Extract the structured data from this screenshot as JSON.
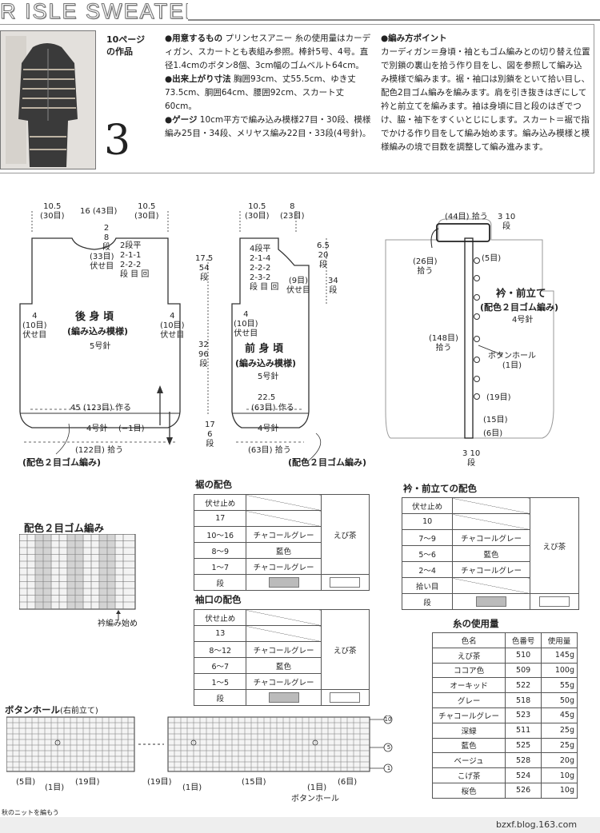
{
  "header": {
    "title": "R ISLE SWEATER",
    "page_ref": "10ページ\nの作品",
    "pattern_number": "3"
  },
  "info_left": {
    "materials_label": "●用意するもの",
    "materials_text": "プリンセスアニー 糸の使用量はカーディガン、スカートとも表組み参照。棒針5号、4号。直径1.4cmのボタン8個、3cm幅のゴムベルト64cm。",
    "size_label": "●出来上がり寸法",
    "size_text": "胸囲93cm、丈55.5cm、ゆき丈73.5cm、胴囲64cm、腰囲92cm、スカート丈60cm。",
    "gauge_label": "●ゲージ",
    "gauge_text": "10cm平方で編み込み模様27目・30段、模様編み25目・34段、メリヤス編み22目・33段(4号針)。"
  },
  "info_right": {
    "points_label": "●編み方ポイント",
    "points_text": "カーディガン＝身頃・袖ともゴム編みとの切り替え位置で別鎖の裏山を拾う作り目をし、図を参照して編み込み模様で編みます。裾・袖口は別鎖をといて拾い目し、配色2目ゴム編みを編みます。肩を引き抜きはぎにして衿と前立てを編みます。袖は身頃に目と段のはぎでつけ、脇・袖下をすくいとじにします。スカート＝裾で指でかける作り目をして編み始めます。編み込み模様と模様編みの境で目数を調整して編み進みます。"
  },
  "back_body": {
    "title": "後 身 頃",
    "subtitle": "(編み込み模様)",
    "needle": "5号針",
    "rib_needle": "4号針",
    "rib_label": "(配色２目ゴム編み)",
    "top_left": "10.5",
    "top_left_st": "(30目)",
    "top_mid": "16 (43目)",
    "top_right": "10.5",
    "top_right_st": "(30目)",
    "neck_rows": "2\n8\n段",
    "neck_st": "(33目)\n伏せ目",
    "neck_dec": "2段平\n2-1-1\n2-2-2\n段 目 回",
    "side_left": "4\n(10目)\n伏せ目",
    "side_right": "4\n(10目)\n伏せ目",
    "cast_on": "45 (123目) 作る",
    "dec": "(−1目)",
    "pickup": "(122目) 拾う"
  },
  "front_body": {
    "title": "前 身 頃",
    "subtitle": "(編み込み模様)",
    "needle": "5号針",
    "rib_needle": "4号針",
    "rib_label": "(配色２目ゴム編み)",
    "top_left": "10.5",
    "top_left_st": "(30目)",
    "top_right": "8",
    "top_right_st": "(23目)",
    "neck_dec": "4段平\n2-1-4\n2-2-2\n2-3-2\n段 目 回",
    "neck_st": "(9目)\n伏せ目",
    "side": "4\n(10目)\n伏せ目",
    "width": "22.5",
    "cast_on": "(63目) 作る",
    "pickup": "(63目) 拾う",
    "h_total": "17.5\n54\n段",
    "h_mid": "32\n96\n段",
    "h_rib": "17\n6\n段",
    "h_neck": "6.5\n20\n段",
    "h_neck2": "34\n段"
  },
  "collar": {
    "title": "衿・前立て",
    "subtitle": "(配色２目ゴム編み)",
    "needle": "4号針",
    "top": "(44目) 拾う",
    "rows": "3 10\n段",
    "neck_pick": "(26目)\n拾う",
    "five": "(5目)",
    "front_pick": "(148目)\n拾う",
    "buttonhole": "ボタンホール\n(1目)",
    "nineteen": "(19目)",
    "fifteen": "(15目)",
    "six": "(6目)",
    "bottom_rows": "3 10\n段"
  },
  "hem_color": {
    "title": "裾の配色",
    "rows": [
      "伏せ止め",
      "17",
      "10〜16",
      "8〜9",
      "1〜7",
      "段"
    ],
    "colors": [
      "",
      "",
      "チャコールグレー",
      "藍色",
      "チャコールグレー",
      ""
    ],
    "main": "えび茶"
  },
  "cuff_color": {
    "title": "袖口の配色",
    "rows": [
      "伏せ止め",
      "13",
      "8〜12",
      "6〜7",
      "1〜5",
      "段"
    ],
    "colors": [
      "",
      "",
      "チャコールグレー",
      "藍色",
      "チャコールグレー",
      ""
    ],
    "main": "えび茶"
  },
  "collar_color": {
    "title": "衿・前立ての配色",
    "rows": [
      "伏せ止め",
      "10",
      "7〜9",
      "5〜6",
      "2〜4",
      "拾い目",
      "段"
    ],
    "colors": [
      "",
      "",
      "チャコールグレー",
      "藍色",
      "チャコールグレー",
      "",
      ""
    ],
    "main": "えび茶"
  },
  "rib_chart": {
    "title": "配色２目ゴム編み",
    "note": "衿編み始め"
  },
  "yarn": {
    "title": "糸の使用量",
    "headers": [
      "色名",
      "色番号",
      "使用量"
    ],
    "rows": [
      [
        "えび茶",
        "510",
        "145g"
      ],
      [
        "ココア色",
        "509",
        "100g"
      ],
      [
        "オーキッド",
        "522",
        "55g"
      ],
      [
        "グレー",
        "518",
        "50g"
      ],
      [
        "チャコールグレー",
        "523",
        "45g"
      ],
      [
        "深緑",
        "511",
        "25g"
      ],
      [
        "藍色",
        "525",
        "25g"
      ],
      [
        "ベージュ",
        "528",
        "20g"
      ],
      [
        "こげ茶",
        "524",
        "10g"
      ],
      [
        "桜色",
        "526",
        "10g"
      ]
    ]
  },
  "buttonhole": {
    "title": "ボタンホール",
    "subtitle": "(右前立て)",
    "s5": "(5目)",
    "s1a": "(1目)",
    "s19a": "(19目)",
    "s19b": "(19目)",
    "s1b": "(1目)",
    "s15": "(15目)",
    "s1c": "(1目)",
    "s6": "(6目)",
    "label": "ボタンホール",
    "r10": "10",
    "r5": "5",
    "r1": "1"
  },
  "footer": {
    "left": "秋のニットを編もう",
    "right": "bzxf.blog.163.com"
  }
}
